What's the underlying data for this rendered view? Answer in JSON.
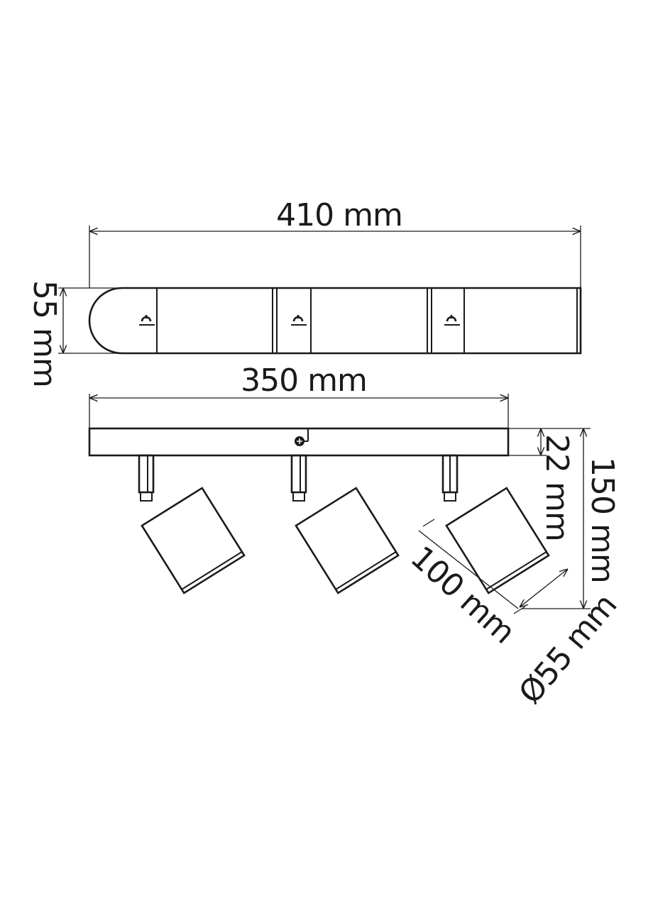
{
  "labels": {
    "top_length": "410 mm",
    "top_height": "55 mm",
    "side_length": "350 mm",
    "spacer_height": "22 mm",
    "total_height": "150 mm",
    "spot_length": "100 mm",
    "spot_diameter": "Ø55 mm"
  },
  "colors": {
    "line": "#1a1a1a",
    "background": "#ffffff"
  }
}
